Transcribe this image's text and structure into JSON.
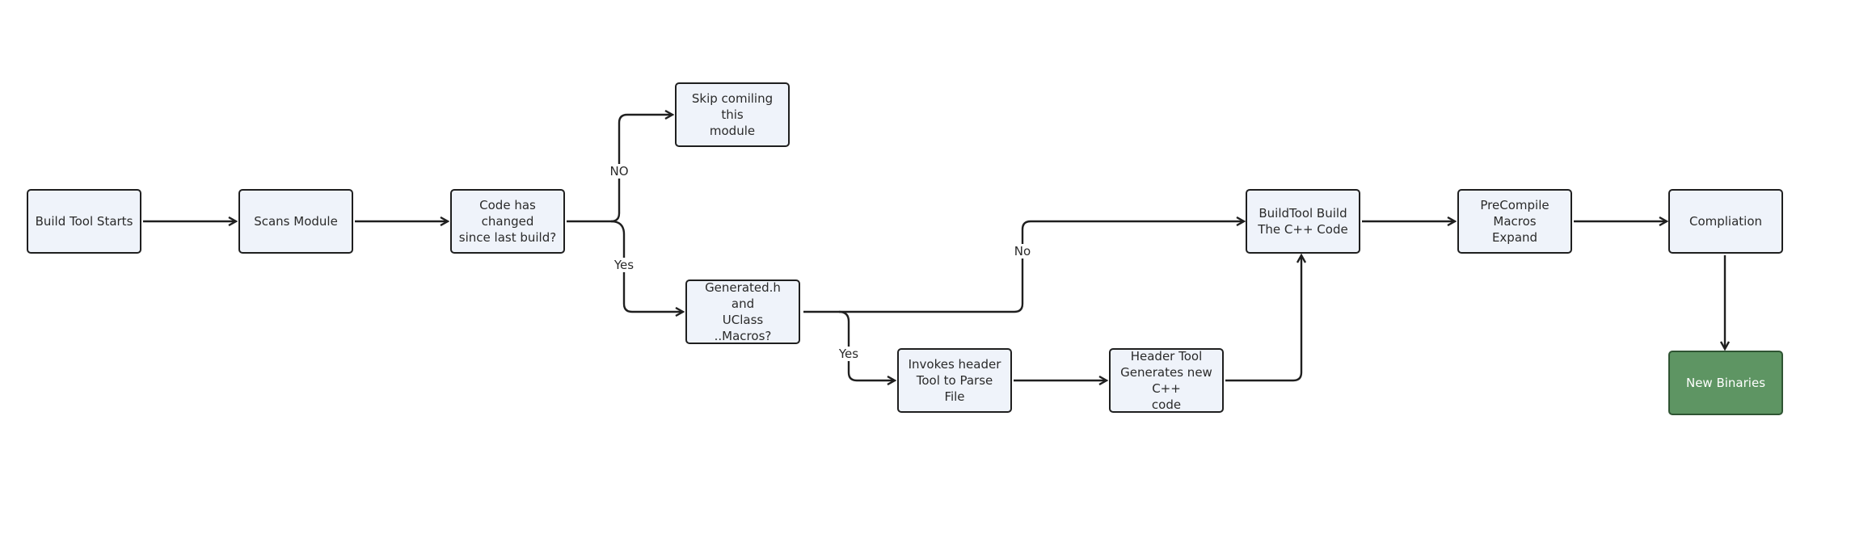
{
  "diagram": {
    "nodes": {
      "build_tool_starts": "Build Tool Starts",
      "scans_module": "Scans Module",
      "code_changed": "Code has changed\nsince last build?",
      "skip_compiling": "Skip comiling this\nmodule",
      "generated_h": "Generated.h and\nUClass ..Macros?",
      "invokes_header": "Invokes header\nTool to Parse File",
      "header_tool": "Header Tool\nGenerates new C++\ncode",
      "buildtool_build": "BuildTool Build\nThe C++ Code",
      "precompile": "PreCompile Macros\nExpand",
      "compliation": "Compliation",
      "new_binaries": "New Binaries"
    },
    "edge_labels": {
      "no_upper": "NO",
      "yes_upper": "Yes",
      "no_lower": "No",
      "yes_lower": "Yes"
    },
    "colors": {
      "node_fill": "#eff3fa",
      "node_border": "#1f1f1f",
      "final_fill": "#5e9563"
    }
  }
}
